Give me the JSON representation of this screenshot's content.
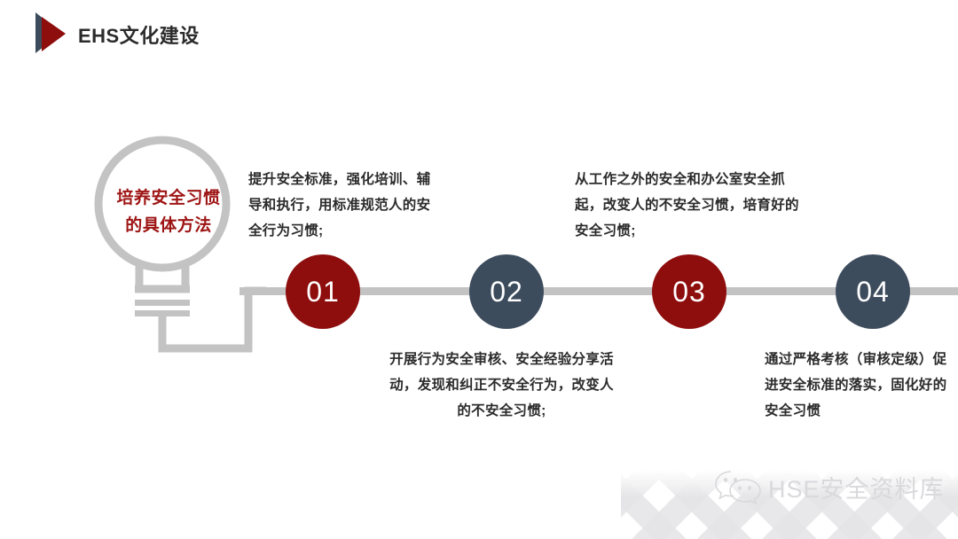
{
  "header": {
    "title": "EHS文化建设",
    "logo_icon": "triangle-play-logo",
    "logo_colors": {
      "back": "#3d4c5d",
      "front": "#8e0d0d"
    }
  },
  "theme": {
    "red": "#8e0d0d",
    "blue": "#3d4c5d",
    "line_gray": "#c3c3c3",
    "bulb_gray": "#c3c3c3",
    "bulb_text": "#9e1414",
    "body_text": "#2b2b2b",
    "background": "#ffffff"
  },
  "bulb": {
    "icon": "lightbulb-icon",
    "label_line1": "培养安全习惯",
    "label_line2": "的具体方法"
  },
  "timeline": {
    "nodes": [
      {
        "number": "01",
        "color_key": "red",
        "position": "below-line-left"
      },
      {
        "number": "02",
        "color_key": "blue",
        "position": "below-line-left"
      },
      {
        "number": "03",
        "color_key": "red",
        "position": "below-line-left"
      },
      {
        "number": "04",
        "color_key": "blue",
        "position": "below-line-left"
      }
    ],
    "descriptions": [
      {
        "for_node": "01",
        "side": "above",
        "text": "提升安全标准，强化培训、辅导和执行，用标准规范人的安全行为习惯;"
      },
      {
        "for_node": "02",
        "side": "below",
        "text": "开展行为安全审核、安全经验分享活动，发现和纠正不安全行为，改变人的不安全习惯;"
      },
      {
        "for_node": "03",
        "side": "above",
        "text": "从工作之外的安全和办公室安全抓起，改变人的不安全习惯，培育好的安全习惯;"
      },
      {
        "for_node": "04",
        "side": "below",
        "text": "通过严格考核（审核定级）促进安全标准的落实，固化好的安全习惯"
      }
    ]
  },
  "watermark": {
    "icon": "wechat-icon",
    "text": "HSE安全资料库",
    "color": "#d9d9dc"
  }
}
